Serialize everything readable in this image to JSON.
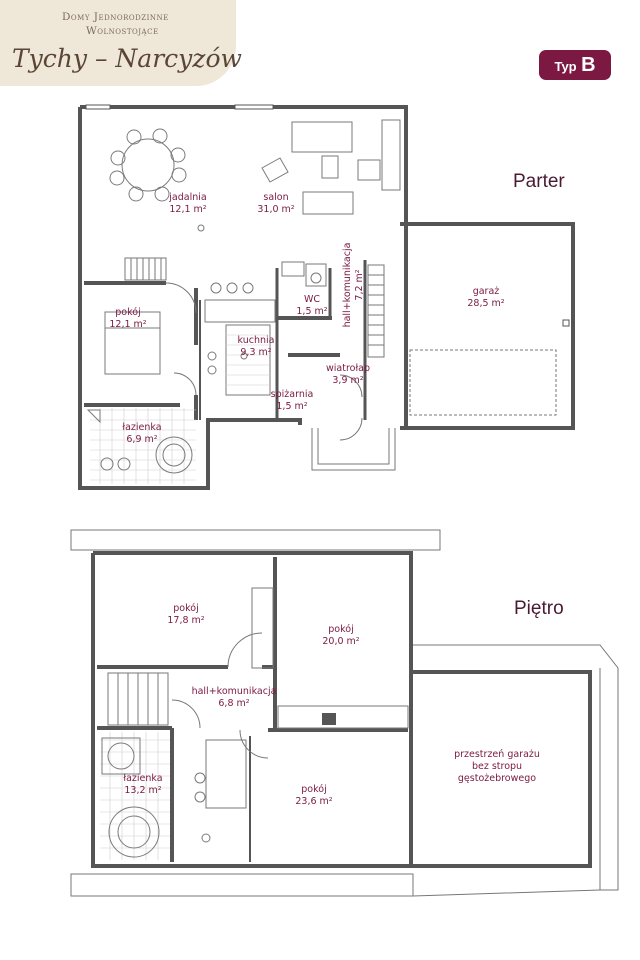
{
  "brand": {
    "line1": "Domy Jednorodzinne",
    "line2": "Wolnostojące",
    "title": "Tychy – Narcyzów"
  },
  "badge": {
    "prefix": "Typ",
    "letter": "B"
  },
  "colors": {
    "accent": "#7b1942",
    "header_band": "#efe7d8",
    "wall": "#555555"
  },
  "parter": {
    "label": "Parter",
    "rooms": {
      "jadalnia": {
        "name": "jadalnia",
        "area": "12,1 m²"
      },
      "salon": {
        "name": "salon",
        "area": "31,0 m²"
      },
      "pokoj": {
        "name": "pokój",
        "area": "12,1 m²"
      },
      "wc": {
        "name": "WC",
        "area": "1,5 m²"
      },
      "kuchnia": {
        "name": "kuchnia",
        "area": "9,3 m²"
      },
      "spizarnia": {
        "name": "spiżarnia",
        "area": "1,5 m²"
      },
      "wiatrolap": {
        "name": "wiatrołap",
        "area": "3,9 m²"
      },
      "lazienka": {
        "name": "łazienka",
        "area": "6,9 m²"
      },
      "hall": {
        "name": "hall+komunikacja",
        "area": "7,2 m²"
      },
      "garaz": {
        "name": "garaż",
        "area": "28,5 m²"
      }
    }
  },
  "pietro": {
    "label": "Piętro",
    "rooms": {
      "pokoj1": {
        "name": "pokój",
        "area": "17,8 m²"
      },
      "pokoj2": {
        "name": "pokój",
        "area": "20,0 m²"
      },
      "hall": {
        "name": "hall+komunikacja",
        "area": "6,8 m²"
      },
      "lazienka": {
        "name": "łazienka",
        "area": "13,2 m²"
      },
      "pokoj3": {
        "name": "pokój",
        "area": "23,6 m²"
      },
      "garage_space": {
        "line1": "przestrzeń garażu",
        "line2": "bez stropu",
        "line3": "gęstożebrowego"
      }
    }
  }
}
